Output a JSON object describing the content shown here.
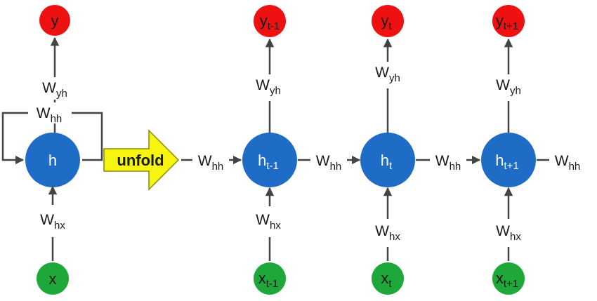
{
  "colors": {
    "hidden": "#1f6cc7",
    "output": "#ee1111",
    "input": "#1ea83a",
    "unfold_arrow": "#f5f511",
    "edge": "#444444"
  },
  "folded": {
    "output": {
      "main": "y",
      "sub": ""
    },
    "hidden": {
      "main": "h",
      "sub": ""
    },
    "input": {
      "main": "x",
      "sub": ""
    },
    "w_yh": {
      "main": "W",
      "sub": "yh"
    },
    "w_hh": {
      "main": "W",
      "sub": "hh"
    },
    "w_hx": {
      "main": "W",
      "sub": "hx"
    }
  },
  "unfold_label": "unfold",
  "w_hh_in": {
    "main": "W",
    "sub": "hh"
  },
  "steps": [
    {
      "output": {
        "main": "y",
        "sub": "t-1"
      },
      "hidden": {
        "main": "h",
        "sub": "t-1"
      },
      "input": {
        "main": "x",
        "sub": "t-1"
      },
      "w_yh": {
        "main": "W",
        "sub": "yh"
      },
      "w_hx": {
        "main": "W",
        "sub": "hx"
      },
      "w_hh_out": {
        "main": "W",
        "sub": "hh"
      }
    },
    {
      "output": {
        "main": "y",
        "sub": "t"
      },
      "hidden": {
        "main": "h",
        "sub": "t"
      },
      "input": {
        "main": "x",
        "sub": "t"
      },
      "w_yh": {
        "main": "W",
        "sub": "yh"
      },
      "w_hx": {
        "main": "W",
        "sub": "hx"
      },
      "w_hh_out": {
        "main": "W",
        "sub": "hh"
      }
    },
    {
      "output": {
        "main": "y",
        "sub": "t+1"
      },
      "hidden": {
        "main": "h",
        "sub": "t+1"
      },
      "input": {
        "main": "x",
        "sub": "t+1"
      },
      "w_yh": {
        "main": "W",
        "sub": "yh"
      },
      "w_hx": {
        "main": "W",
        "sub": "hx"
      },
      "w_hh_out": {
        "main": "W",
        "sub": "hh"
      }
    }
  ]
}
